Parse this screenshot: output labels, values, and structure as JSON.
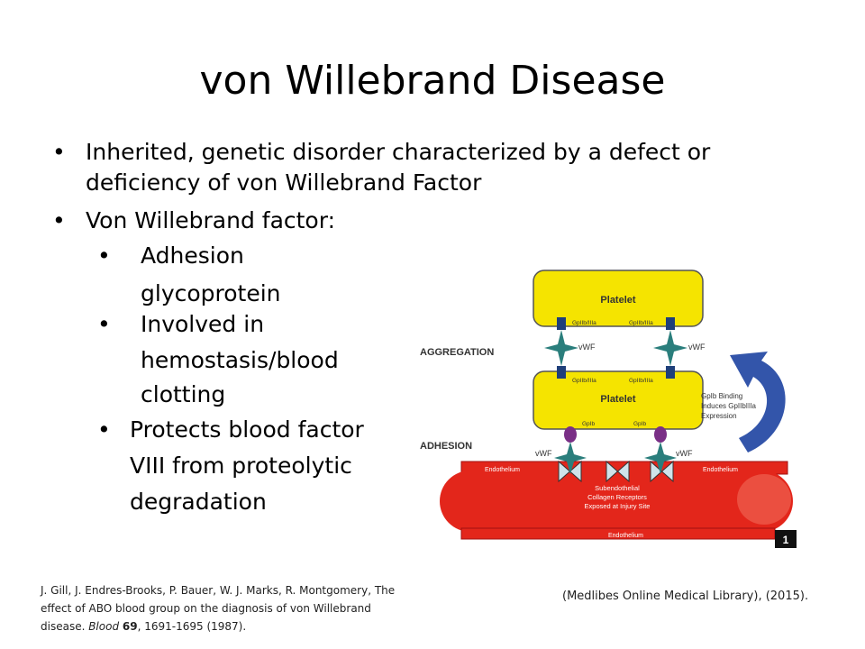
{
  "slide": {
    "title": "von Willebrand Disease",
    "bullet_glyph": "•",
    "bullets": [
      "Inherited, genetic disorder characterized by a defect or deficiency of von Willebrand Factor",
      "Von Willebrand factor:"
    ],
    "sub_bullets": [
      {
        "line1": "Adhesion",
        "line2": "glycoprotein"
      },
      {
        "line1": "Involved in",
        "line2": "hemostasis/blood",
        "line3": "clotting"
      },
      {
        "line1": "Protects blood factor",
        "line2": "VIII from proteolytic",
        "line3": "degradation"
      }
    ],
    "citation": {
      "text_pre": "J. Gill, J. Endres-Brooks, P. Bauer, W. J. Marks, R. Montgomery, The effect of ABO blood group on the diagnosis of von Willebrand disease. ",
      "journal": "Blood",
      "volume": "69",
      "pages": ", 1691-1695 (1987)."
    },
    "image_credit": "(Medlibes Online Medical Library), (2015)."
  },
  "diagram": {
    "label_aggregation": "AGGREGATION",
    "label_adhesion": "ADHESION",
    "platelet_label": "Platelet",
    "gpiib_label": "GpIIb/IIIa",
    "gpib_label": "GpIb",
    "vwf_label": "vWF",
    "endothelium_label": "Endothelium",
    "receptors_line1": "Subendothelial",
    "receptors_line2": "Collagen Receptors",
    "receptors_line3": "Exposed at Injury Site",
    "binding_line1": "GpIb Binding",
    "binding_line2": "Induces GpIIbIIIa",
    "binding_line3": "Expression",
    "figure_number": "1",
    "colors": {
      "platelet": "#f5e400",
      "vessel": "#e3261b",
      "vwf": "#2a7e7c",
      "receptor": "#1f3f7a",
      "gpib": "#7a2f86",
      "arrow": "#3355aa"
    }
  }
}
